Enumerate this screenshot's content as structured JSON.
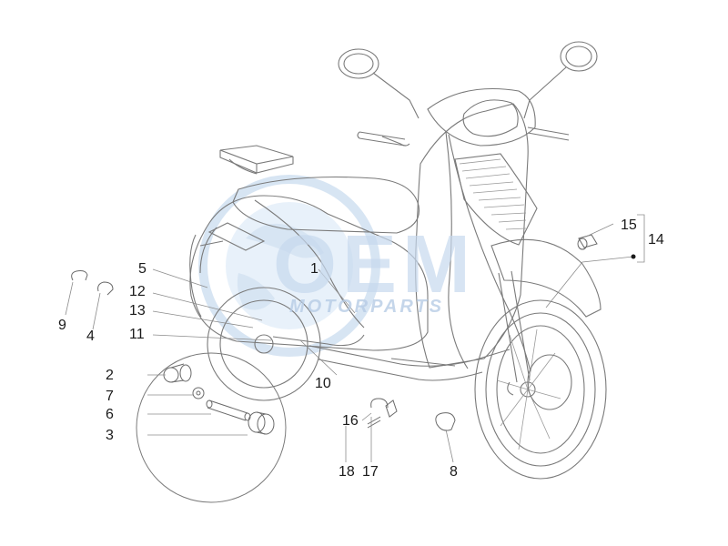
{
  "watermark": {
    "brand": "OEM",
    "tagline": "MOTORPARTS",
    "color": "#9dbde0"
  },
  "parts": [
    {
      "id": "p1",
      "number": "1"
    },
    {
      "id": "p2",
      "number": "2"
    },
    {
      "id": "p3",
      "number": "3"
    },
    {
      "id": "p4",
      "number": "4"
    },
    {
      "id": "p5",
      "number": "5"
    },
    {
      "id": "p6",
      "number": "6"
    },
    {
      "id": "p7",
      "number": "7"
    },
    {
      "id": "p8",
      "number": "8"
    },
    {
      "id": "p9",
      "number": "9"
    },
    {
      "id": "p10",
      "number": "10"
    },
    {
      "id": "p11",
      "number": "11"
    },
    {
      "id": "p12",
      "number": "12"
    },
    {
      "id": "p13",
      "number": "13"
    },
    {
      "id": "p14",
      "number": "14"
    },
    {
      "id": "p15",
      "number": "15"
    },
    {
      "id": "p16",
      "number": "16"
    },
    {
      "id": "p17",
      "number": "17"
    },
    {
      "id": "p18",
      "number": "18"
    }
  ],
  "colors": {
    "line": "#7a7a7a",
    "leader": "#8c8c8c",
    "label": "#1a1a1a"
  }
}
